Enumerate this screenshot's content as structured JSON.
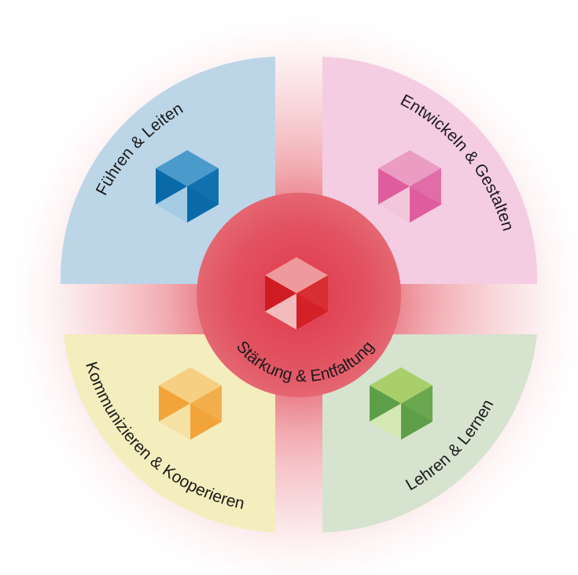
{
  "center": {
    "label": "Stärkung & Entfaltung",
    "colors": {
      "top": "#e9888b",
      "left": "#f3bcbc",
      "right": "#d42027",
      "cube_dark": "#cf1b23",
      "cube_light": "#ee9a9c"
    }
  },
  "quadrants": [
    {
      "id": "top-left",
      "label": "Führen & Leiten",
      "bg": "#bcd6e8",
      "cube": {
        "light": "#4a9acb",
        "mid": "#a6cbe5",
        "dark": "#0a6aa8"
      }
    },
    {
      "id": "top-right",
      "label": "Entwickeln & Gestalten",
      "bg": "#f4cde2",
      "cube": {
        "light": "#ea9cc3",
        "mid": "#f3c6dc",
        "dark": "#df5d9e"
      }
    },
    {
      "id": "bottom-left",
      "label": "Kommunizieren & Kooperieren",
      "bg": "#f4edbd",
      "cube": {
        "light": "#f7cf83",
        "mid": "#f5e1a4",
        "dark": "#f2a33a"
      }
    },
    {
      "id": "bottom-right",
      "label": "Lehren & Lernen",
      "bg": "#d5e3cf",
      "cube": {
        "light": "#a9cf6a",
        "mid": "#d3e8b2",
        "dark": "#5d9f48"
      }
    }
  ],
  "glow_color": "#e34f5d"
}
